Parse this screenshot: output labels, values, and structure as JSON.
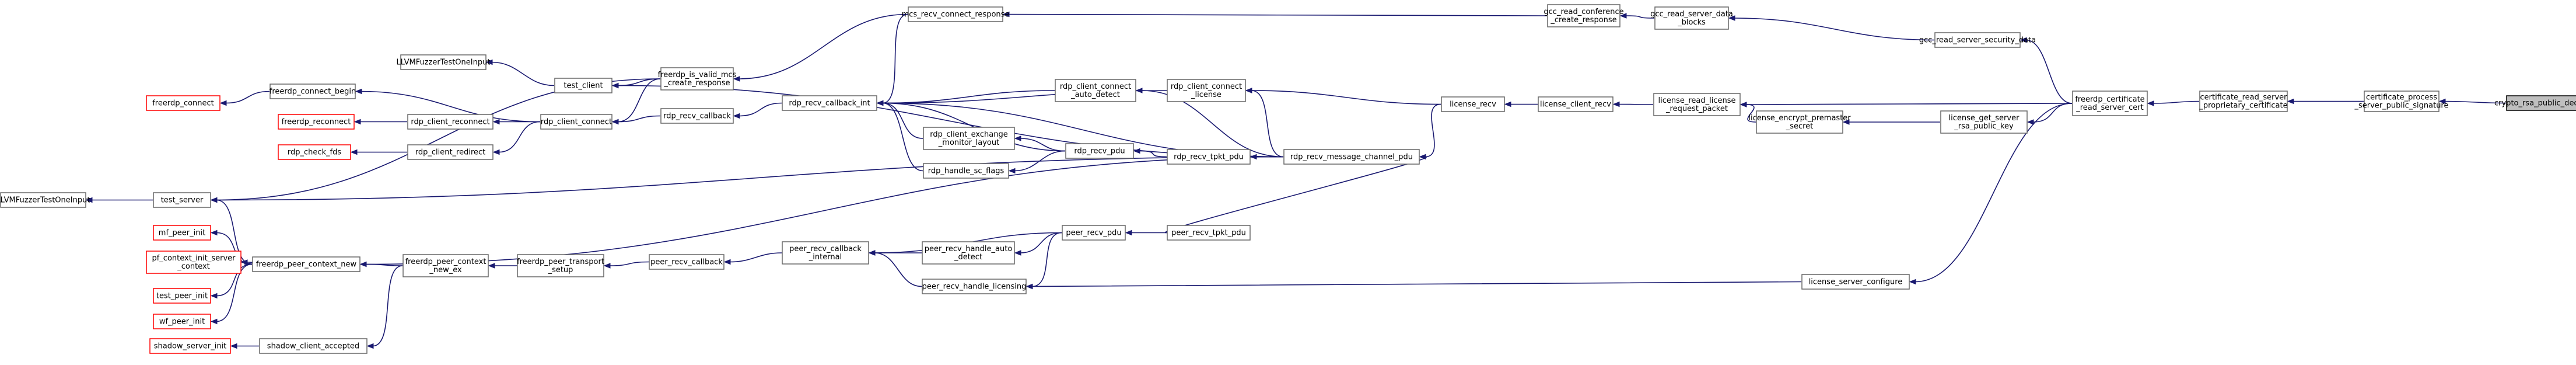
{
  "diagram": {
    "nodes": [
      {
        "id": "n_rsa",
        "lines": [
          "crypto_rsa_public_decrypt"
        ],
        "style": "focus"
      },
      {
        "id": "n_cpsps",
        "lines": [
          "certificate_process",
          "_server_public_signature"
        ]
      },
      {
        "id": "n_crspc",
        "lines": [
          "certificate_read_server",
          "_proprietary_certificate"
        ]
      },
      {
        "id": "n_fcrsc",
        "lines": [
          "freerdp_certificate",
          "_read_server_cert"
        ]
      },
      {
        "id": "n_grssd",
        "lines": [
          "gcc_read_server_security_data"
        ]
      },
      {
        "id": "n_grsdb",
        "lines": [
          "gcc_read_server_data",
          "_blocks"
        ]
      },
      {
        "id": "n_grccr",
        "lines": [
          "gcc_read_conference",
          "_create_response"
        ]
      },
      {
        "id": "n_mrcr",
        "lines": [
          "mcs_recv_connect_response"
        ]
      },
      {
        "id": "n_fivmcr",
        "lines": [
          "freerdp_is_valid_mcs",
          "_create_response"
        ]
      },
      {
        "id": "n_tc",
        "lines": [
          "test_client"
        ]
      },
      {
        "id": "n_llvm1",
        "lines": [
          "LLVMFuzzerTestOneInput"
        ]
      },
      {
        "id": "n_rcc",
        "lines": [
          "rdp_client_connect"
        ]
      },
      {
        "id": "n_fcb",
        "lines": [
          "freerdp_connect_begin"
        ]
      },
      {
        "id": "n_fconnect",
        "lines": [
          "freerdp_connect"
        ],
        "style": "red"
      },
      {
        "id": "n_freconnect",
        "lines": [
          "freerdp_reconnect"
        ],
        "style": "red"
      },
      {
        "id": "n_rcreconnect",
        "lines": [
          "rdp_client_reconnect"
        ]
      },
      {
        "id": "n_rcredirect",
        "lines": [
          "rdp_client_redirect"
        ]
      },
      {
        "id": "n_rcfds",
        "lines": [
          "rdp_check_fds"
        ],
        "style": "red"
      },
      {
        "id": "n_rrcb",
        "lines": [
          "rdp_recv_callback"
        ]
      },
      {
        "id": "n_rrcbi",
        "lines": [
          "rdp_recv_callback_int"
        ]
      },
      {
        "id": "n_rccad",
        "lines": [
          "rdp_client_connect",
          "_auto_detect"
        ]
      },
      {
        "id": "n_rccl",
        "lines": [
          "rdp_client_connect",
          "_license"
        ]
      },
      {
        "id": "n_rceml",
        "lines": [
          "rdp_client_exchange",
          "_monitor_layout"
        ]
      },
      {
        "id": "n_rhsf",
        "lines": [
          "rdp_handle_sc_flags"
        ]
      },
      {
        "id": "n_rrpdu",
        "lines": [
          "rdp_recv_pdu"
        ]
      },
      {
        "id": "n_rrtpdu",
        "lines": [
          "rdp_recv_tpkt_pdu"
        ]
      },
      {
        "id": "n_rrmcpdu",
        "lines": [
          "rdp_recv_message_channel_pdu"
        ]
      },
      {
        "id": "n_lrecv",
        "lines": [
          "license_recv"
        ]
      },
      {
        "id": "n_lcrecv",
        "lines": [
          "license_client_recv"
        ]
      },
      {
        "id": "n_lrlrp",
        "lines": [
          "license_read_license",
          "_request_packet"
        ]
      },
      {
        "id": "n_lepms",
        "lines": [
          "license_encrypt_premaster",
          "_secret"
        ]
      },
      {
        "id": "n_lgsrpk",
        "lines": [
          "license_get_server",
          "_rsa_public_key"
        ]
      },
      {
        "id": "n_ts",
        "lines": [
          "test_server"
        ]
      },
      {
        "id": "n_llvm2",
        "lines": [
          "LLVMFuzzerTestOneInput"
        ]
      },
      {
        "id": "n_mfpi",
        "lines": [
          "mf_peer_init"
        ],
        "style": "red"
      },
      {
        "id": "n_pfcisc",
        "lines": [
          "pf_context_init_server",
          "_context"
        ],
        "style": "red"
      },
      {
        "id": "n_tpi",
        "lines": [
          "test_peer_init"
        ],
        "style": "red"
      },
      {
        "id": "n_wfpi",
        "lines": [
          "wf_peer_init"
        ],
        "style": "red"
      },
      {
        "id": "n_ssi",
        "lines": [
          "shadow_server_init"
        ],
        "style": "red"
      },
      {
        "id": "n_fpcn",
        "lines": [
          "freerdp_peer_context_new"
        ]
      },
      {
        "id": "n_fpcne",
        "lines": [
          "freerdp_peer_context",
          "_new_ex"
        ]
      },
      {
        "id": "n_sca",
        "lines": [
          "shadow_client_accepted"
        ]
      },
      {
        "id": "n_fpts",
        "lines": [
          "freerdp_peer_transport",
          "_setup"
        ]
      },
      {
        "id": "n_prcb",
        "lines": [
          "peer_recv_callback"
        ]
      },
      {
        "id": "n_prcbi",
        "lines": [
          "peer_recv_callback",
          "_internal"
        ]
      },
      {
        "id": "n_prhad",
        "lines": [
          "peer_recv_handle_auto",
          "_detect"
        ]
      },
      {
        "id": "n_prhl",
        "lines": [
          "peer_recv_handle_licensing"
        ]
      },
      {
        "id": "n_prpdu",
        "lines": [
          "peer_recv_pdu"
        ]
      },
      {
        "id": "n_prtpdu",
        "lines": [
          "peer_recv_tpkt_pdu"
        ]
      },
      {
        "id": "n_lsc",
        "lines": [
          "license_server_configure"
        ]
      }
    ]
  }
}
